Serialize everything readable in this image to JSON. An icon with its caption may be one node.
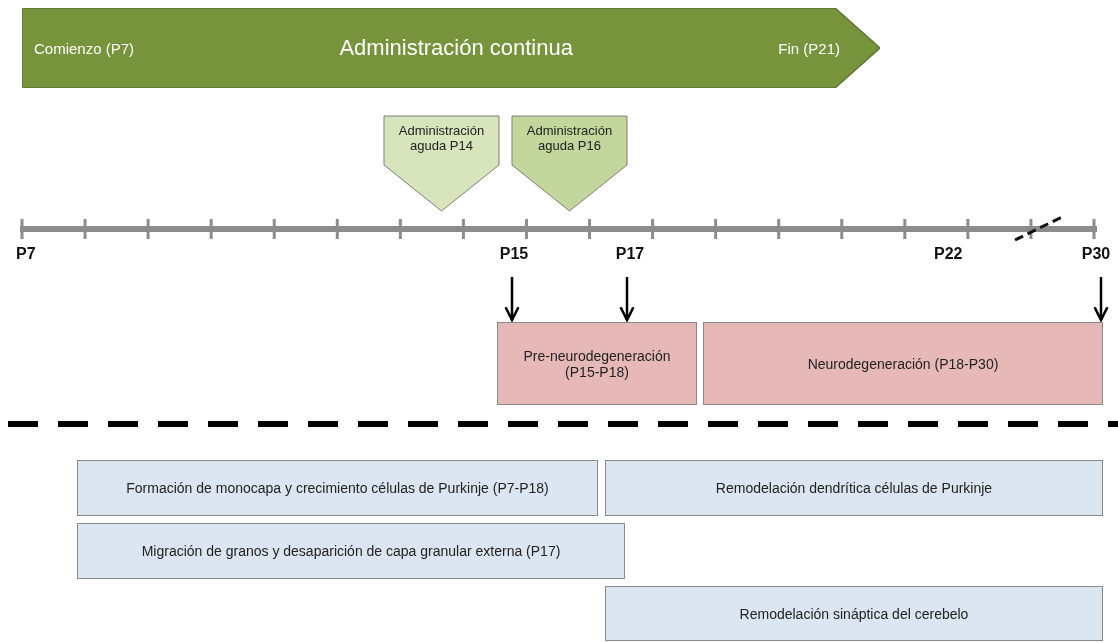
{
  "diagram": {
    "nodes": [
      {
        "text": [
          "Comienzo (P7)",
          "Administración continua",
          "Fin (P21)"
        ]
      },
      {
        "text": [
          "Administración aguda P14"
        ]
      },
      {
        "text": [
          "Administración aguda P16"
        ]
      },
      {
        "text": [
          "P15"
        ]
      },
      {
        "text": [
          "P17"
        ]
      },
      {
        "text": [
          "P30"
        ]
      },
      {
        "text": [
          "Pre-neurodegeneración (P15-P18)"
        ]
      },
      {
        "text": [
          "Neurodegeneración (P18-P30)"
        ]
      },
      {
        "text": [
          "Formación de monocapa y crecimiento células de Purkinje (P7-P18)"
        ]
      },
      {
        "text": [
          "Remodelación dendrítica células de Purkinje"
        ]
      },
      {
        "text": [
          "Migración de granos y desaparición de capa granular externa (P17)"
        ]
      },
      {
        "text": [
          "Remodelación sináptica del cerebelo"
        ]
      }
    ],
    "edges": [
      {
        "from": 3,
        "to": 6,
        "arrow": "to"
      },
      {
        "from": 4,
        "to": 6,
        "arrow": "to"
      },
      {
        "from": 5,
        "to": 7,
        "arrow": "to"
      }
    ],
    "labels": [
      "P7",
      "P22"
    ]
  }
}
